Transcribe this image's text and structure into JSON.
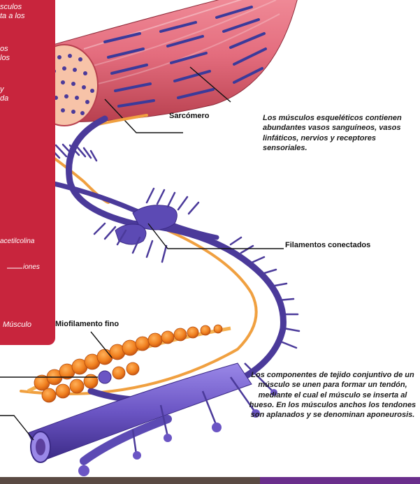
{
  "side_panel": {
    "fragments": [
      "sculos\nta a los",
      "os\nlos",
      "y\nda"
    ],
    "acetilcolina_label": "acetilcolina",
    "iones_label": "iones",
    "musculo_label": "Músculo"
  },
  "labels": {
    "sarcomero": "Sarcómero",
    "filamentos_conectados": "Filamentos conectados",
    "miofilamento_fino": "Miofilamento fino"
  },
  "captions": {
    "vasos": "Los músculos esqueléticos contienen abundantes vasos sanguíneos, vasos linfáticos, nervios y receptores sensoriales.",
    "tendon": "Los componentes de tejido conjuntivo de un músculo se unen para formar un tendón, mediante el cual el músculo se inserta al hueso. En los músculos anchos los tendones son aplanados y se denominan aponeurosis."
  },
  "colors": {
    "panel_red": "#c8253d",
    "muscle_pink": "#e46d7e",
    "fiber_purple": "#4b3a9a",
    "myofilament_orange": "#f08a2a",
    "tendon_purple": "#6b55c4",
    "footer_brown": "#5a4a43",
    "footer_purple": "#6a2e8c"
  }
}
